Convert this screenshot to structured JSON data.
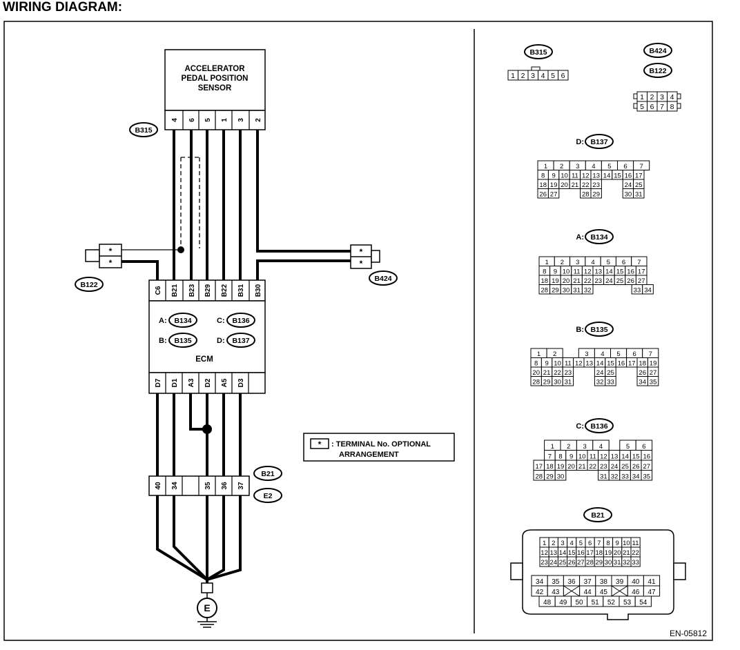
{
  "title": "WIRING DIAGRAM:",
  "sensor": {
    "line1": "ACCELERATOR",
    "line2": "PEDAL POSITION",
    "line3": "SENSOR"
  },
  "sensor_pins": [
    "4",
    "6",
    "5",
    "1",
    "3",
    "2"
  ],
  "ecm": {
    "label": "ECM",
    "top_pins": [
      "C6",
      "B21",
      "B23",
      "B29",
      "B22",
      "B31",
      "B30"
    ],
    "bottom_pins": [
      "D7",
      "D1",
      "A3",
      "D2",
      "A5",
      "D3"
    ],
    "connectors": [
      {
        "prefix": "A:",
        "id": "B134"
      },
      {
        "prefix": "C:",
        "id": "B136"
      },
      {
        "prefix": "B:",
        "id": "B135"
      },
      {
        "prefix": "D:",
        "id": "B137"
      }
    ]
  },
  "b21_pins": [
    "40",
    "34",
    "35",
    "36",
    "37"
  ],
  "tags": {
    "b315": "B315",
    "b122": "B122",
    "b424": "B424",
    "b21": "B21",
    "e2": "E2"
  },
  "star": "*",
  "ground": "E",
  "legend": {
    "symbol": "*",
    "line1": ": TERMINAL No. OPTIONAL",
    "line2": "ARRANGEMENT"
  },
  "footer": "EN-05812",
  "panel": {
    "b315": {
      "tag": "B315",
      "pins": [
        "1",
        "2",
        "3",
        "4",
        "5",
        "6"
      ]
    },
    "b424": {
      "tag": "B424"
    },
    "b122": {
      "tag": "B122",
      "rows": [
        [
          "1",
          "2",
          "3",
          "4"
        ],
        [
          "5",
          "6",
          "7",
          "8"
        ]
      ]
    },
    "d": {
      "prefix": "D:",
      "tag": "B137",
      "rows": [
        [
          "1",
          "2",
          "3",
          "4",
          "5",
          "6",
          "7"
        ],
        [
          "8",
          "9",
          "10",
          "11",
          "12",
          "13",
          "14",
          "15",
          "16",
          "17"
        ],
        [
          "18",
          "19",
          "20",
          "21",
          "22",
          "23",
          "24",
          "25"
        ],
        [
          "26",
          "27",
          "28",
          "29",
          "30",
          "31"
        ]
      ]
    },
    "a": {
      "prefix": "A:",
      "tag": "B134",
      "rows": [
        [
          "1",
          "2",
          "3",
          "4",
          "5",
          "6",
          "7"
        ],
        [
          "8",
          "9",
          "10",
          "11",
          "12",
          "13",
          "14",
          "15",
          "16",
          "17"
        ],
        [
          "18",
          "19",
          "20",
          "21",
          "22",
          "23",
          "24",
          "25",
          "26",
          "27"
        ],
        [
          "28",
          "29",
          "30",
          "31",
          "32",
          "33",
          "34"
        ]
      ]
    },
    "b": {
      "prefix": "B:",
      "tag": "B135",
      "rows": [
        [
          "1",
          "2",
          "3",
          "4",
          "5",
          "6",
          "7"
        ],
        [
          "8",
          "9",
          "10",
          "11",
          "12",
          "13",
          "14",
          "15",
          "16",
          "17",
          "18",
          "19"
        ],
        [
          "20",
          "21",
          "22",
          "23",
          "24",
          "25",
          "26",
          "27"
        ],
        [
          "28",
          "29",
          "30",
          "31",
          "32",
          "33",
          "34",
          "35"
        ]
      ]
    },
    "c": {
      "prefix": "C:",
      "tag": "B136",
      "rows": [
        [
          "1",
          "2",
          "3",
          "4",
          "5",
          "6"
        ],
        [
          "7",
          "8",
          "9",
          "10",
          "11",
          "12",
          "13",
          "14",
          "15",
          "16"
        ],
        [
          "17",
          "18",
          "19",
          "20",
          "21",
          "22",
          "23",
          "24",
          "25",
          "26",
          "27"
        ],
        [
          "28",
          "29",
          "30",
          "31",
          "32",
          "33",
          "34",
          "35"
        ]
      ]
    },
    "b21": {
      "tag": "B21",
      "rows": [
        [
          "1",
          "2",
          "3",
          "4",
          "5",
          "6",
          "7",
          "8",
          "9",
          "10",
          "11"
        ],
        [
          "12",
          "13",
          "14",
          "15",
          "16",
          "17",
          "18",
          "19",
          "20",
          "21",
          "22"
        ],
        [
          "23",
          "24",
          "25",
          "26",
          "27",
          "28",
          "29",
          "30",
          "31",
          "32",
          "33"
        ],
        [
          "34",
          "35",
          "36",
          "37",
          "38",
          "39",
          "40",
          "41"
        ],
        [
          "42",
          "43",
          "44",
          "45",
          "46",
          "47"
        ],
        [
          "48",
          "49",
          "50",
          "51",
          "52",
          "53",
          "54"
        ]
      ]
    }
  }
}
